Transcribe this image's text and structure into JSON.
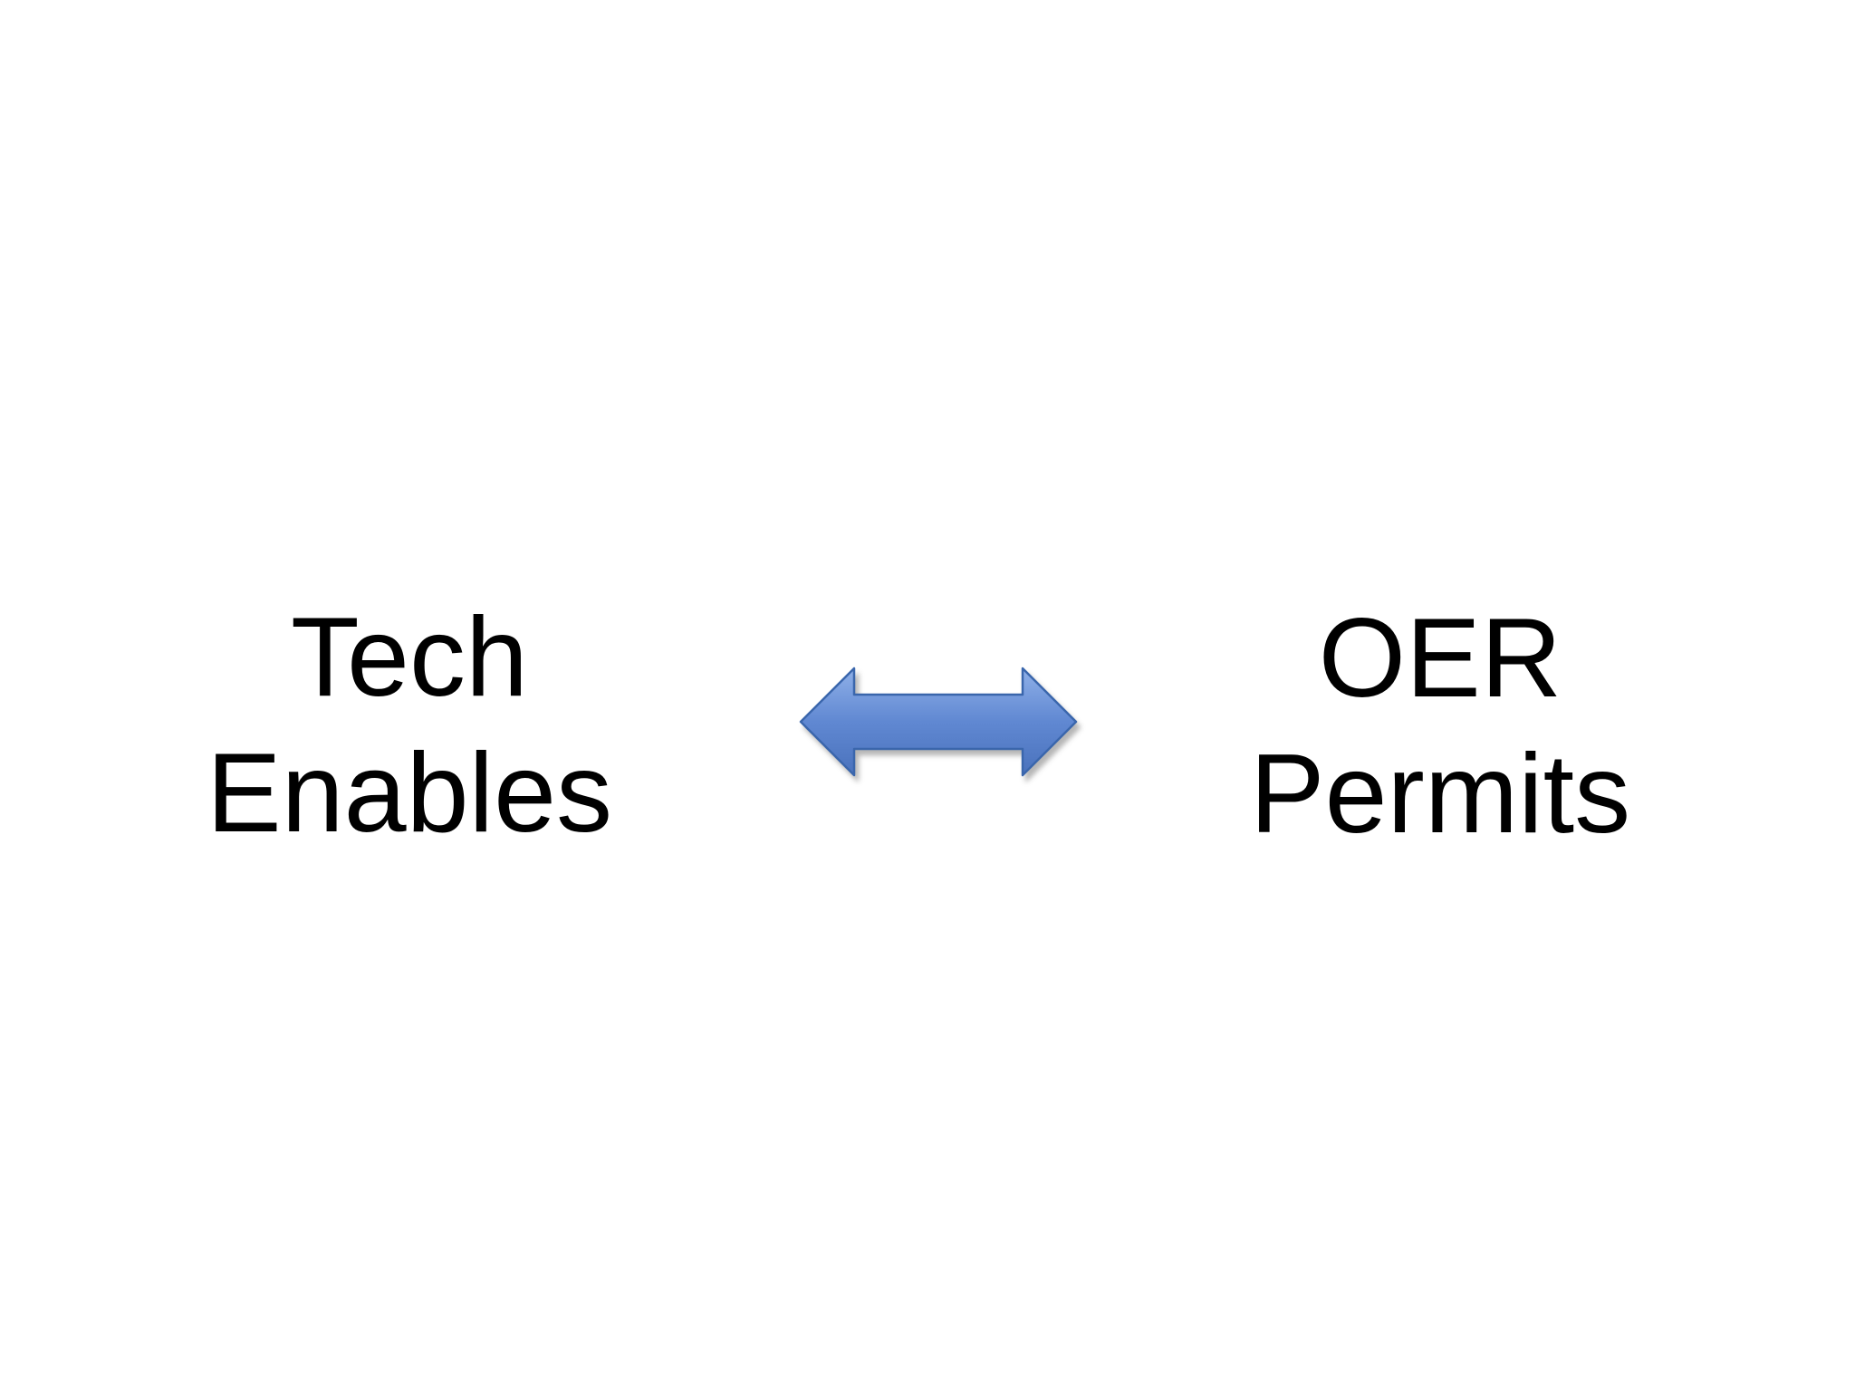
{
  "slide": {
    "background_color": "#ffffff",
    "text_color": "#000000",
    "left_text": {
      "line1": "Tech",
      "line2": "Enables"
    },
    "right_text": {
      "line1": "OER",
      "line2": "Permits"
    },
    "arrow": {
      "type": "left-right-double-arrow",
      "fill_top": "#8FB0E8",
      "fill_mid": "#6088D2",
      "fill_bottom": "#4A72BC",
      "border_color": "#3A66AC"
    }
  }
}
